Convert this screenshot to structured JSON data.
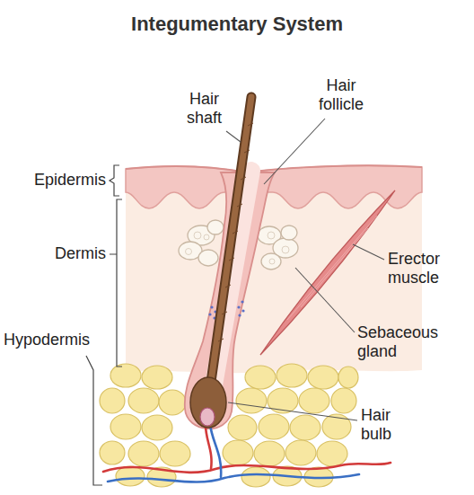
{
  "diagram": {
    "title": "Integumentary System",
    "labels": [
      "Hair shaft",
      "Hair follicle",
      "Epidermis",
      "Dermis",
      "Erector muscle",
      "Sebaceous gland",
      "Hypodermis",
      "Hair bulb"
    ]
  }
}
